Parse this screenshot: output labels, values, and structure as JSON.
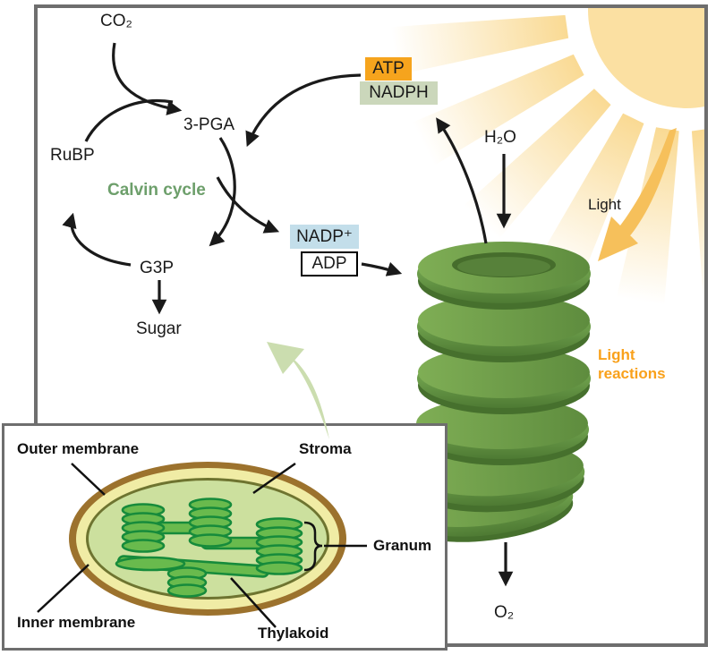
{
  "main": {
    "labels": {
      "co2": "CO₂",
      "pga": "3-PGA",
      "rubp": "RuBP",
      "calvin_cycle": "Calvin cycle",
      "g3p": "G3P",
      "sugar": "Sugar",
      "atp": "ATP",
      "nadph": "NADPH",
      "nadp": "NADP⁺",
      "adp": "ADP",
      "h2o": "H₂O",
      "light": "Light",
      "light_reactions": "Light reactions",
      "o2": "O₂"
    },
    "colors": {
      "atp_badge_bg": "#f6a41d",
      "nadph_badge_bg": "#cbd7bb",
      "nadp_badge_bg": "#c3deea",
      "adp_badge_border": "#000000",
      "calvin_cycle_text": "#6d9f6b",
      "light_reactions_text": "#f9a11b",
      "sun": "#fbe0a2",
      "sun_rays": "#f9d88e",
      "light_arrow": "#f6c05b",
      "granum_green": "#6a9c47",
      "arrows": "#1a1a1a",
      "frame_border": "#6e6e6e"
    }
  },
  "inset": {
    "labels": {
      "outer_membrane": "Outer membrane",
      "stroma": "Stroma",
      "granum": "Granum",
      "thylakoid": "Thylakoid",
      "inner_membrane": "Inner membrane"
    },
    "colors": {
      "outer_membrane": "#9c722d",
      "intermembrane_space": "#f0eca5",
      "inner_membrane": "#6e7430",
      "stroma_fill": "#cce09e",
      "thylakoid_fill": "#69ba4d",
      "thylakoid_stroke": "#168b3b",
      "callout_arrow": "#cbddaf"
    }
  }
}
